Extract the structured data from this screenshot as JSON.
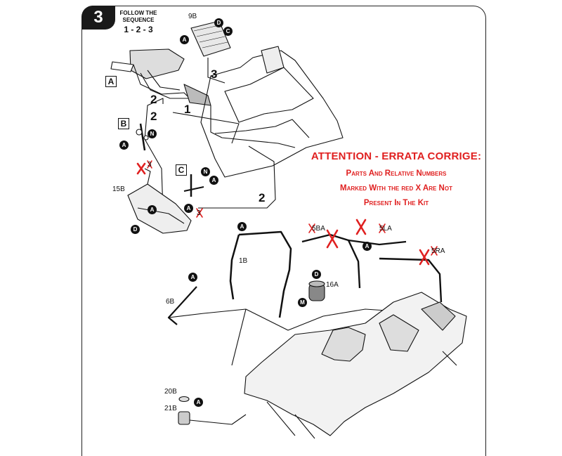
{
  "step": {
    "number": "3",
    "sequence_title": "Follow the sequence",
    "sequence": "1 - 2 - 3"
  },
  "boxes": {
    "a": "A",
    "b": "B",
    "c": "C"
  },
  "arrows": {
    "one": "1",
    "two_upper": "2",
    "two_lower": "2",
    "two_right": "2",
    "three": "3"
  },
  "parts": {
    "p9b": "9B",
    "p15b": "15B",
    "p1b": "1B",
    "p6b": "6B",
    "p16a": "16A",
    "p20b": "20B",
    "p21b": "21B",
    "p5ba": "5BA",
    "p5la": "5LA",
    "p5ra": "5RA",
    "p3_b": "3",
    "p3_c": "3"
  },
  "markers": {
    "A": "A",
    "C": "C",
    "D": "D",
    "M": "M",
    "N": "N"
  },
  "errata": {
    "title": "ATTENTION - ERRATA CORRIGE:",
    "lines": [
      "Parts And Relative Numbers",
      "Marked With the red X Are Not",
      "Present In The Kit"
    ]
  },
  "colors": {
    "errata": "#e02020",
    "ink": "#111111",
    "tab": "#1a1a1a"
  }
}
